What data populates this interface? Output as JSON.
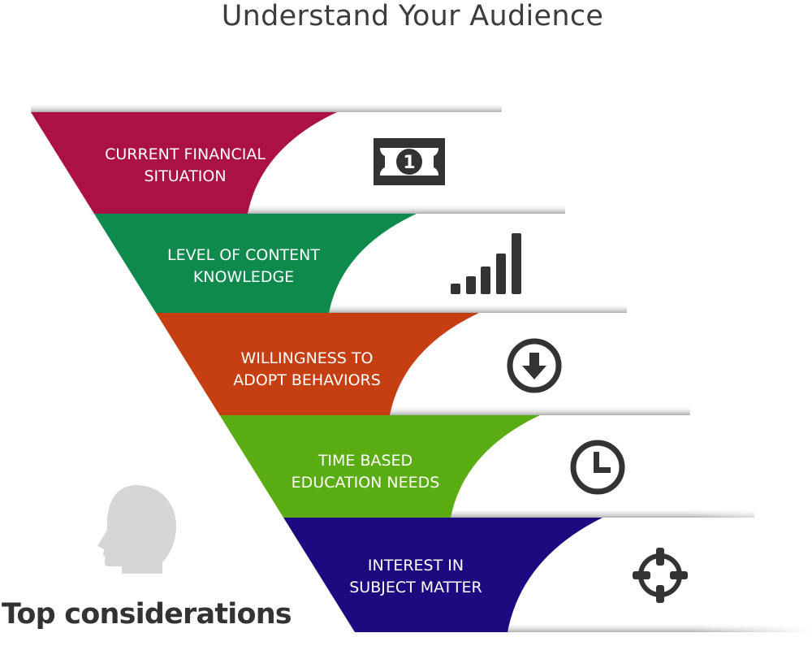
{
  "title": "Understand Your Audience",
  "footer": "Top considerations",
  "steps": [
    {
      "line1": "CURRENT FINANCIAL",
      "line2": "SITUATION",
      "icon": "money-bill-icon",
      "color": "#ab1145"
    },
    {
      "line1": "LEVEL OF CONTENT",
      "line2": "KNOWLEDGE",
      "icon": "signal-bars-icon",
      "color": "#0e8a4d"
    },
    {
      "line1": "WILLINGNESS TO",
      "line2": "ADOPT BEHAVIORS",
      "icon": "download-circle-icon",
      "color": "#c53f12"
    },
    {
      "line1": "TIME BASED",
      "line2": "EDUCATION NEEDS",
      "icon": "clock-icon",
      "color": "#5aac13"
    },
    {
      "line1": "INTEREST IN",
      "line2": "SUBJECT MATTER",
      "icon": "crosshair-icon",
      "color": "#1c0a80"
    }
  ],
  "bill_label": "1"
}
